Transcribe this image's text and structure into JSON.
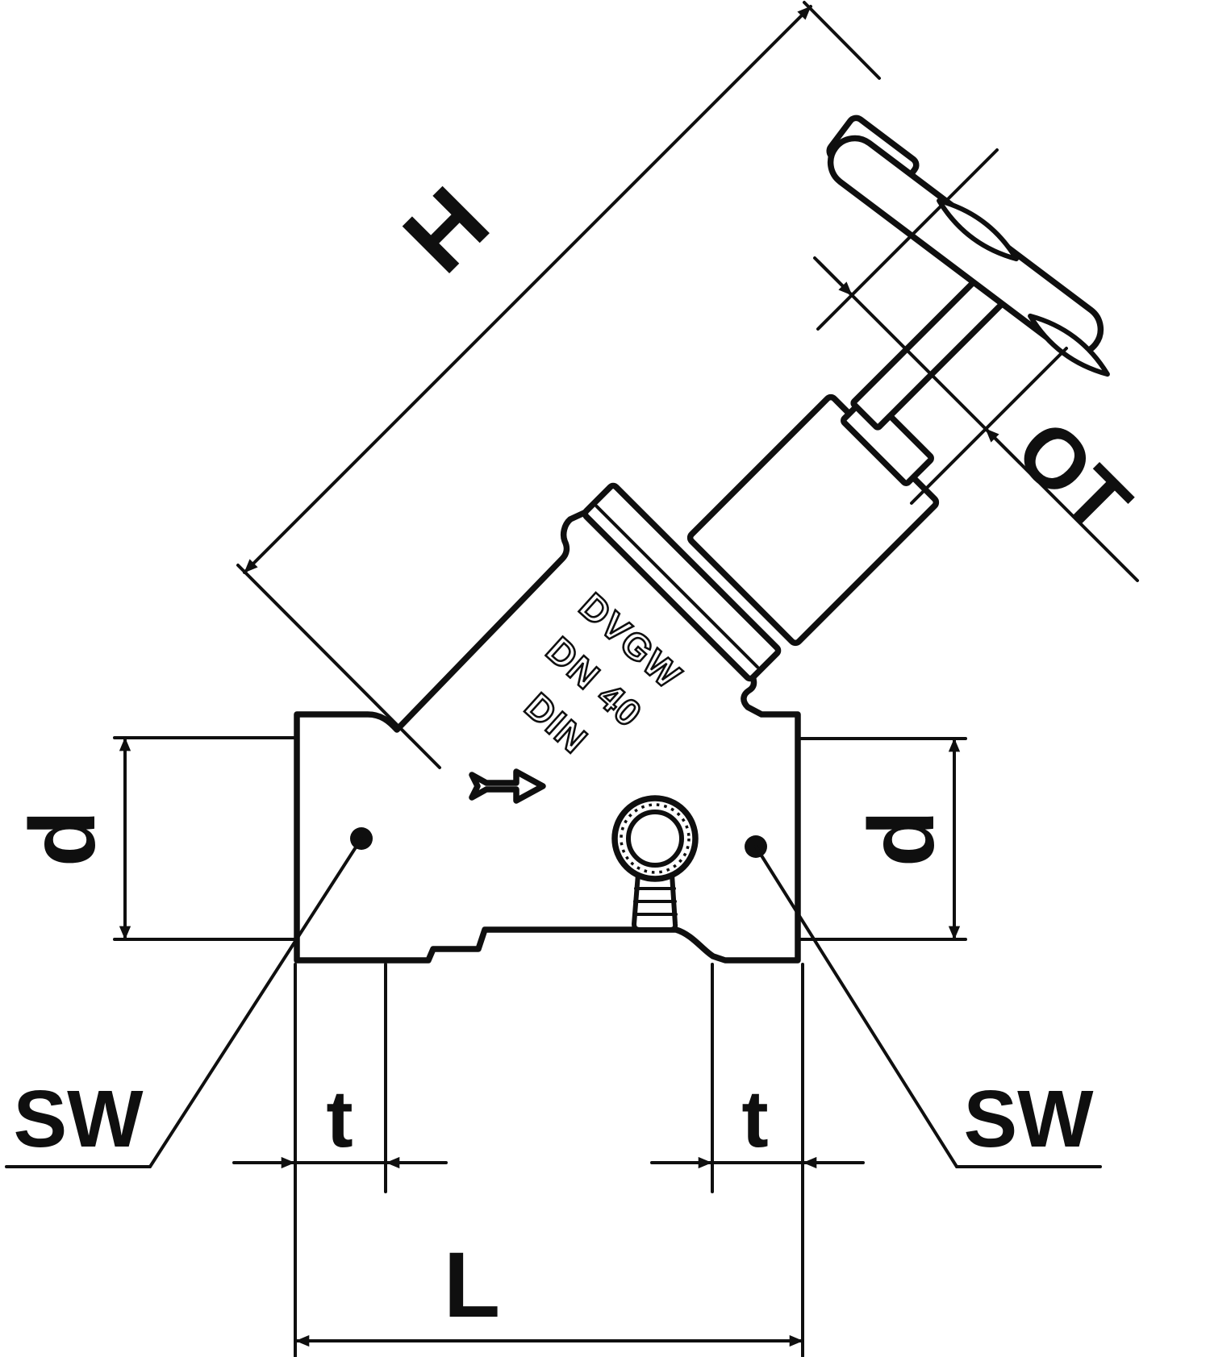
{
  "drawing": {
    "type": "valve-dimension-drawing",
    "description": "Slanted-seat stop valve with 45-degree bonnet and handwheel, dimensioned"
  },
  "labels": {
    "h": "H",
    "ot": "OT",
    "d_left": "d",
    "d_right": "d",
    "sw_left": "SW",
    "sw_right": "SW",
    "t_left": "t",
    "t_right": "t",
    "l": "L"
  },
  "markings": [
    "DVGW",
    "DN 40",
    "DIN"
  ],
  "icons": {
    "flow_direction": "flow-arrow-right"
  },
  "colors": {
    "line": "#0f0f0f",
    "background": "#ffffff"
  }
}
